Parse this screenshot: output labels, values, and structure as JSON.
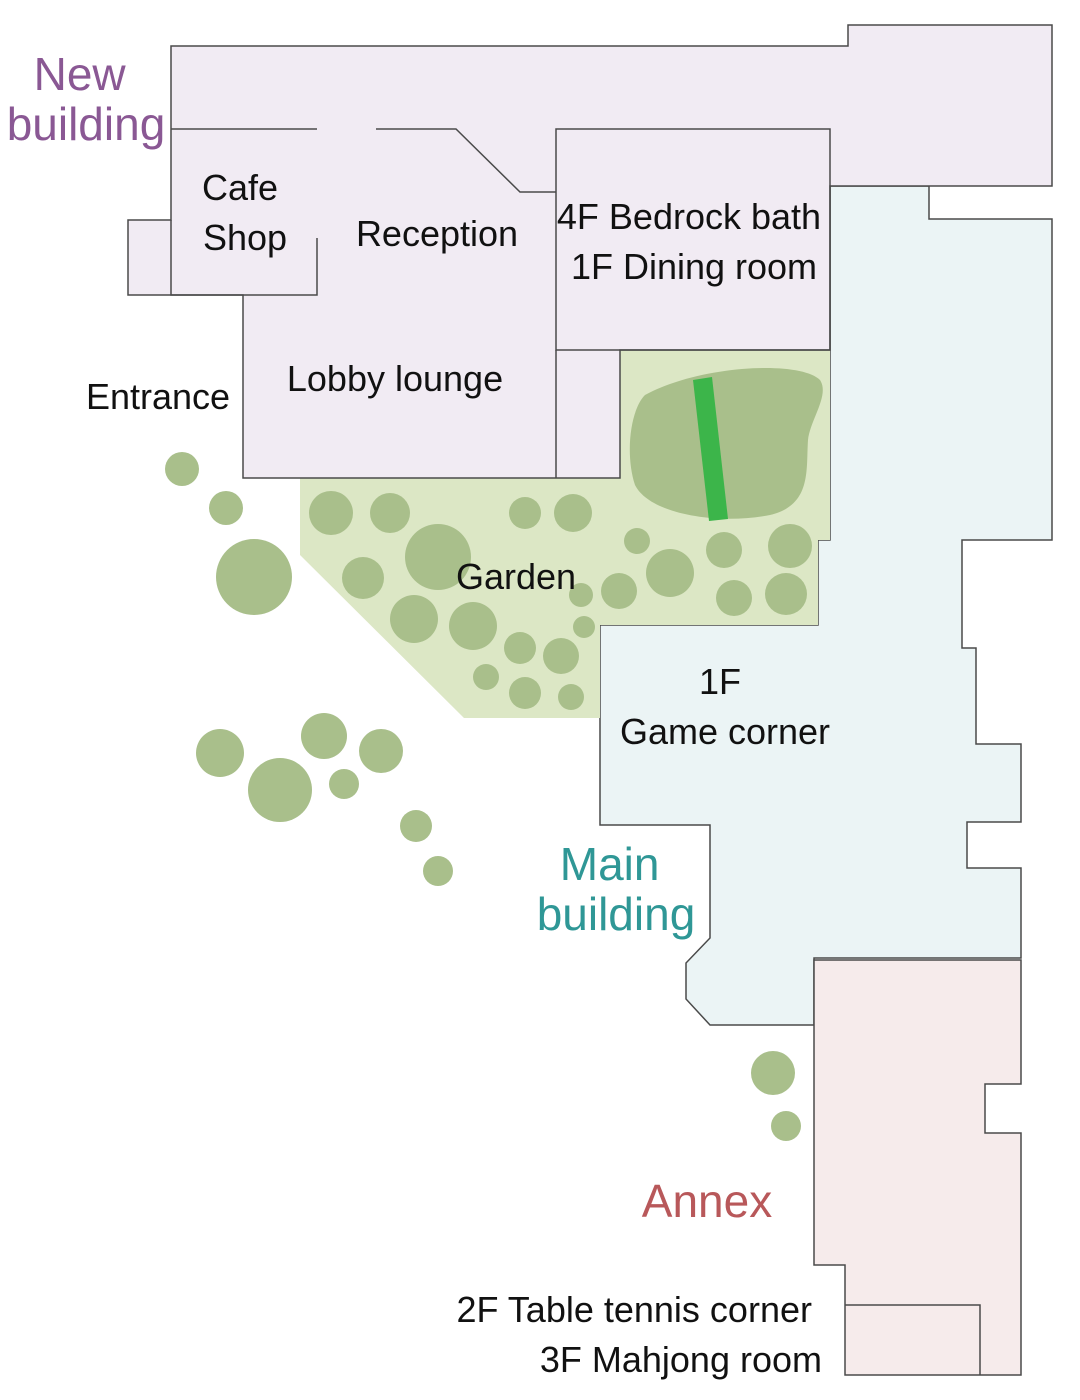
{
  "colors": {
    "new_building_fill": "#f1ebf3",
    "main_building_fill": "#ebf4f5",
    "annex_fill": "#f6ebeb",
    "garden_fill": "#dce7c5",
    "tree": "#a9bf8b",
    "pond_fill": "#a9bf8b",
    "bridge": "#3cb54a",
    "new_building_text": "#8a5894",
    "main_building_text": "#2f9796",
    "annex_text": "#b8585a"
  },
  "buildings": {
    "new": {
      "line1": "New",
      "line2": "building"
    },
    "main": {
      "line1": "Main",
      "line2": "building"
    },
    "annex": {
      "name": "Annex"
    }
  },
  "rooms": {
    "cafe_line1": "Cafe",
    "cafe_line2": "Shop",
    "reception": "Reception",
    "bath_line1": "4F Bedrock bath",
    "bath_line2": "1F Dining room",
    "lobby": "Lobby lounge",
    "entrance": "Entrance",
    "garden": "Garden",
    "game_line1": "1F",
    "game_line2": "Game corner",
    "annex_line1": "2F Table tennis corner",
    "annex_line2": "3F Mahjong room"
  }
}
